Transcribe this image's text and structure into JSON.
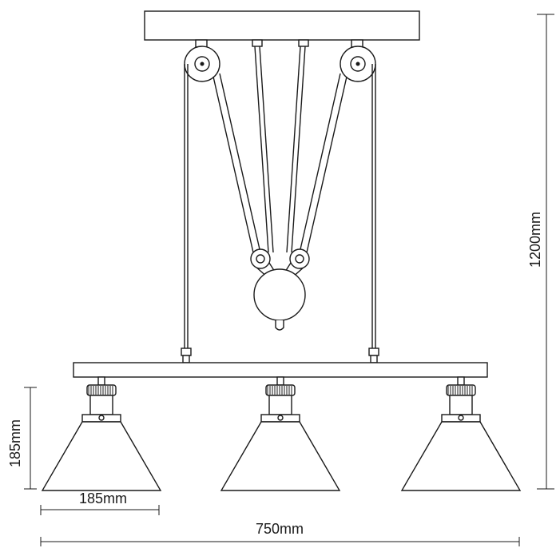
{
  "dimensions": {
    "total_height": "1200mm",
    "total_width": "750mm",
    "shade_width": "185mm",
    "shade_height": "185mm"
  },
  "colors": {
    "line": "#1a1a1a",
    "background": "#ffffff"
  }
}
